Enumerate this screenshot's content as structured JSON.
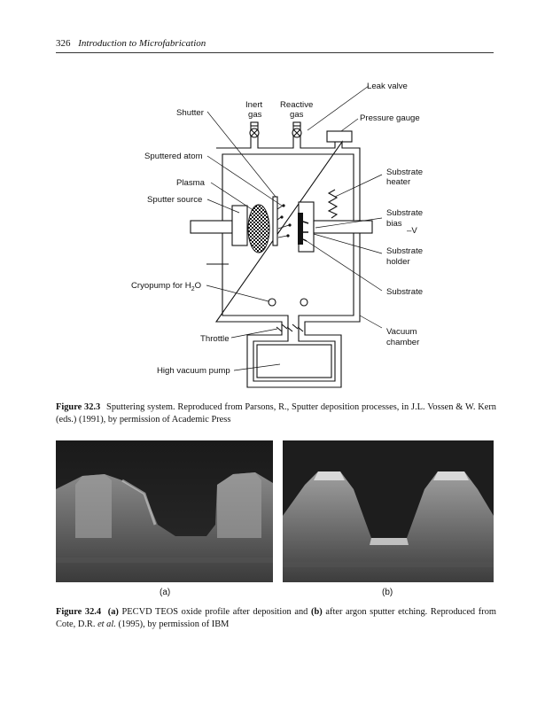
{
  "header": {
    "page_number": "326",
    "book_title": "Introduction to Microfabrication"
  },
  "figure_32_3": {
    "labels": {
      "leak_valve": "Leak valve",
      "inert_gas": [
        "Inert",
        "gas"
      ],
      "reactive_gas": [
        "Reactive",
        "gas"
      ],
      "shutter": "Shutter",
      "pressure_gauge": "Pressure gauge",
      "sputtered_atom": "Sputtered atom",
      "plasma": "Plasma",
      "sputter_source": "Sputter source",
      "substrate_heater": [
        "Substrate",
        "heater"
      ],
      "substrate_bias": [
        "Substrate",
        "bias"
      ],
      "minus_v": "–V",
      "substrate_holder": [
        "Substrate",
        "holder"
      ],
      "cryopump": "Cryopump for H",
      "cryopump_sub": "2",
      "cryopump_end": "O",
      "substrate": "Substrate",
      "vacuum_chamber": [
        "Vacuum",
        "chamber"
      ],
      "throttle": "Throttle",
      "high_vacuum_pump": "High vacuum pump"
    },
    "caption_label": "Figure 32.3",
    "caption_text": "Sputtering system. Reproduced from Parsons, R., Sputter deposition processes, in J.L. Vossen & W. Kern (eds.) (1991), by permission of Academic Press"
  },
  "figure_32_4": {
    "sublabel_a": "(a)",
    "sublabel_b": "(b)",
    "caption_label": "Figure 32.4",
    "caption_a": "(a)",
    "caption_mid": " PECVD TEOS oxide profile after deposition and ",
    "caption_b": "(b)",
    "caption_mid2": " after argon sputter etching. Reproduced from Cote, D.R. ",
    "caption_etal": "et al.",
    "caption_end": " (1995), by permission of IBM"
  }
}
